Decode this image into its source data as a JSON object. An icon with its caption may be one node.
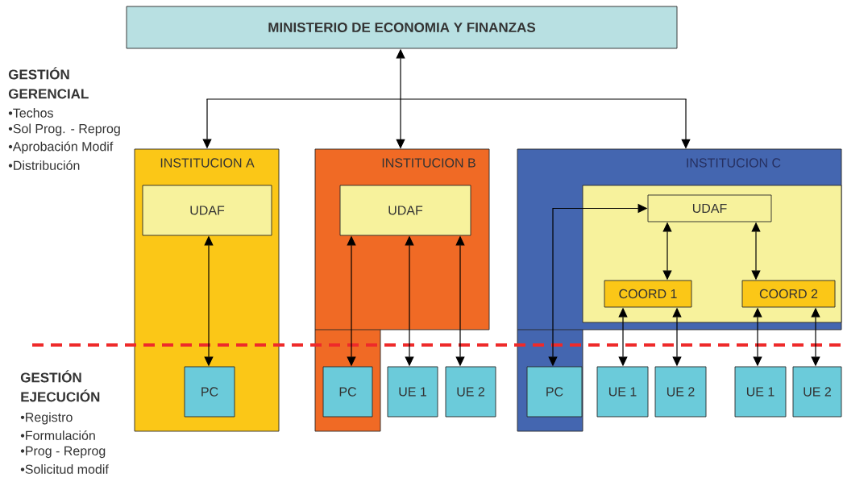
{
  "diagram": {
    "nodes": [
      {
        "text": [
          "MINISTERIO DE ECONOMIA Y FINANZAS"
        ]
      },
      {
        "text": [
          "INSTITUCION A"
        ]
      },
      {
        "text": [
          "UDAF"
        ],
        "in": 1
      },
      {
        "text": [
          "PC"
        ],
        "in": 1
      },
      {
        "text": [
          "INSTITUCION B"
        ]
      },
      {
        "text": [
          "UDAF"
        ],
        "in": 4
      },
      {
        "text": [
          "PC"
        ],
        "in": 4
      },
      {
        "text": [
          "UE 1"
        ]
      },
      {
        "text": [
          "UE 2"
        ]
      },
      {
        "text": [
          "INSTITUCION C"
        ]
      },
      {
        "text": [],
        "shape": "box",
        "in": 9
      },
      {
        "text": [
          "UDAF"
        ],
        "in": 10
      },
      {
        "text": [
          "COORD 1"
        ],
        "in": 10
      },
      {
        "text": [
          "COORD 2"
        ],
        "in": 10
      },
      {
        "text": [
          "PC"
        ],
        "in": 9
      },
      {
        "text": [
          "UE 1"
        ]
      },
      {
        "text": [
          "UE 2"
        ]
      },
      {
        "text": [
          "UE 1"
        ]
      },
      {
        "text": [
          "UE 2"
        ]
      }
    ],
    "edges": [
      {
        "from": 0,
        "to": 1,
        "arrow": "both"
      },
      {
        "from": 0,
        "to": 4,
        "arrow": "both"
      },
      {
        "from": 0,
        "to": 9,
        "arrow": "both"
      },
      {
        "from": 2,
        "to": 3,
        "arrow": "both"
      },
      {
        "from": 5,
        "to": 6,
        "arrow": "both"
      },
      {
        "from": 5,
        "to": 7,
        "arrow": "both"
      },
      {
        "from": 5,
        "to": 8,
        "arrow": "both"
      },
      {
        "from": 14,
        "to": 11,
        "arrow": "both"
      },
      {
        "from": 11,
        "to": 12,
        "arrow": "both"
      },
      {
        "from": 11,
        "to": 13,
        "arrow": "both"
      },
      {
        "from": 12,
        "to": 15,
        "arrow": "both"
      },
      {
        "from": 12,
        "to": 16,
        "arrow": "both"
      },
      {
        "from": 13,
        "to": 17,
        "arrow": "both"
      },
      {
        "from": 13,
        "to": 18,
        "arrow": "both"
      }
    ],
    "labels": [
      "GESTIÓN GERENCIAL",
      "•Techos",
      "•Sol Prog. - Reprog",
      "•Aprobación Modif",
      "•Distribución",
      "GESTIÓN EJECUCIÓN",
      "•Registro",
      "•Formulación",
      "•Prog - Reprog",
      "•Solicitud modif"
    ]
  }
}
